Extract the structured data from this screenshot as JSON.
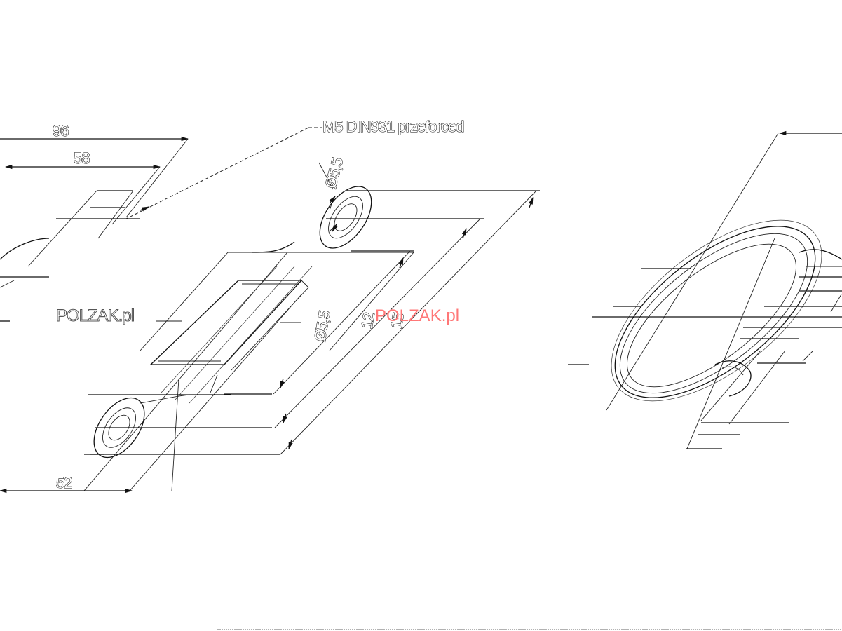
{
  "dimensions": {
    "overall_width": "96",
    "inner_width": "58",
    "bottom_width": "52",
    "hole_diameter": "Ø5,5",
    "slot_diameter": "Ø5,5",
    "height_12": "12",
    "height_15": "15"
  },
  "callout": {
    "nut_spec": "M5 DIN931 przeforced"
  },
  "watermarks": {
    "left": "POLZAK.pl",
    "center": "POLZAK.pl"
  },
  "colors": {
    "line": "#111111",
    "watermark_gray": "#555555",
    "watermark_red": "#ff7777",
    "background": "#ffffff"
  }
}
